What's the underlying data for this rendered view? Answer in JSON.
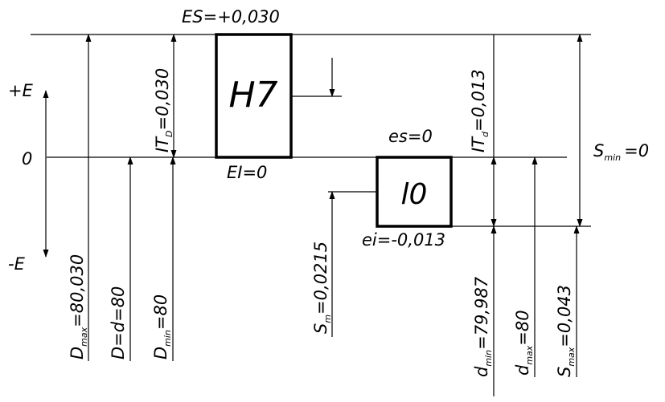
{
  "diagram": {
    "hole_field": {
      "label": "H7",
      "upper_deviation": "ES=+0,030",
      "lower_deviation": "EI=0",
      "tolerance": {
        "main": "IT",
        "sub": "D",
        "value": "=0,030"
      }
    },
    "shaft_field": {
      "label": "l0",
      "upper_deviation": "es=0",
      "lower_deviation": "ei=-0,013",
      "tolerance": {
        "main": "IT",
        "sub": "d",
        "value": "=0,013"
      }
    },
    "zero_line": "0",
    "axis": {
      "plus": "+E",
      "minus": "-E"
    },
    "dimensions": {
      "D_max": {
        "main": "D",
        "sub": "max",
        "value": "=80,030"
      },
      "D_nom": {
        "text": "D=d=80"
      },
      "D_min": {
        "main": "D",
        "sub": "min",
        "value": "=80"
      },
      "S_m": {
        "main": "S",
        "sub": "m",
        "value": "=0,0215"
      },
      "d_min": {
        "main": "d",
        "sub": "min",
        "value": "=79,987"
      },
      "d_max": {
        "main": "d",
        "sub": "max",
        "value": "=80"
      },
      "S_max": {
        "main": "S",
        "sub": "max",
        "value": "=0,043"
      },
      "S_min": {
        "main": "S",
        "sub": "min",
        "value": "=0"
      }
    }
  }
}
